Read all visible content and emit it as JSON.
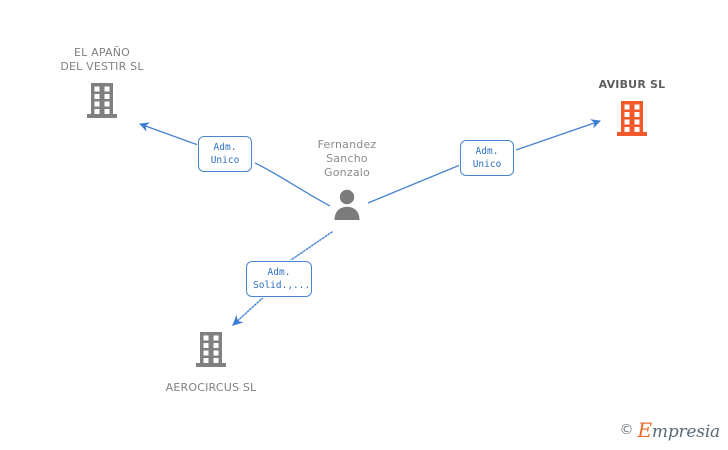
{
  "diagram": {
    "type": "relationship-graph",
    "background": "#ffffff",
    "accent_blue": "#4a86d0",
    "company_gray": "#808080",
    "company_orange": "#f4592e",
    "person_gray": "#7b7b7b",
    "nodes": [
      {
        "id": "el-apano",
        "kind": "company",
        "icon": "building-icon",
        "color": "#808080",
        "label": "EL APAÑO\nDEL VESTIR SL",
        "label_position": "above",
        "label_style": "gray"
      },
      {
        "id": "avibur",
        "kind": "company",
        "icon": "building-icon",
        "color": "#f4592e",
        "label": "AVIBUR SL",
        "label_position": "above",
        "label_style": "dark-bold"
      },
      {
        "id": "fernandez-sancho-gonzalo",
        "kind": "person",
        "icon": "person-icon",
        "color": "#7b7b7b",
        "label": "Fernandez\nSancho\nGonzalo",
        "label_position": "above",
        "label_style": "person"
      },
      {
        "id": "aerocircus",
        "kind": "company",
        "icon": "building-icon",
        "color": "#808080",
        "label": "AEROCIRCUS SL",
        "label_position": "below",
        "label_style": "gray"
      }
    ],
    "edges": [
      {
        "id": "edge-to-el-apano",
        "from": "fernandez-sancho-gonzalo",
        "to": "el-apano",
        "style": "solid",
        "arrow": "to",
        "tag": "Adm.\nUnico"
      },
      {
        "id": "edge-to-avibur",
        "from": "fernandez-sancho-gonzalo",
        "to": "avibur",
        "style": "solid",
        "arrow": "to",
        "tag": "Adm.\nUnico"
      },
      {
        "id": "edge-to-aerocircus",
        "from": "fernandez-sancho-gonzalo",
        "to": "aerocircus",
        "style": "dotted",
        "arrow": "to",
        "tag": "Adm.\nSolid.,..."
      }
    ]
  },
  "watermark": {
    "copyright": "©",
    "brand_initial": "E",
    "brand_rest": "mpresia"
  }
}
